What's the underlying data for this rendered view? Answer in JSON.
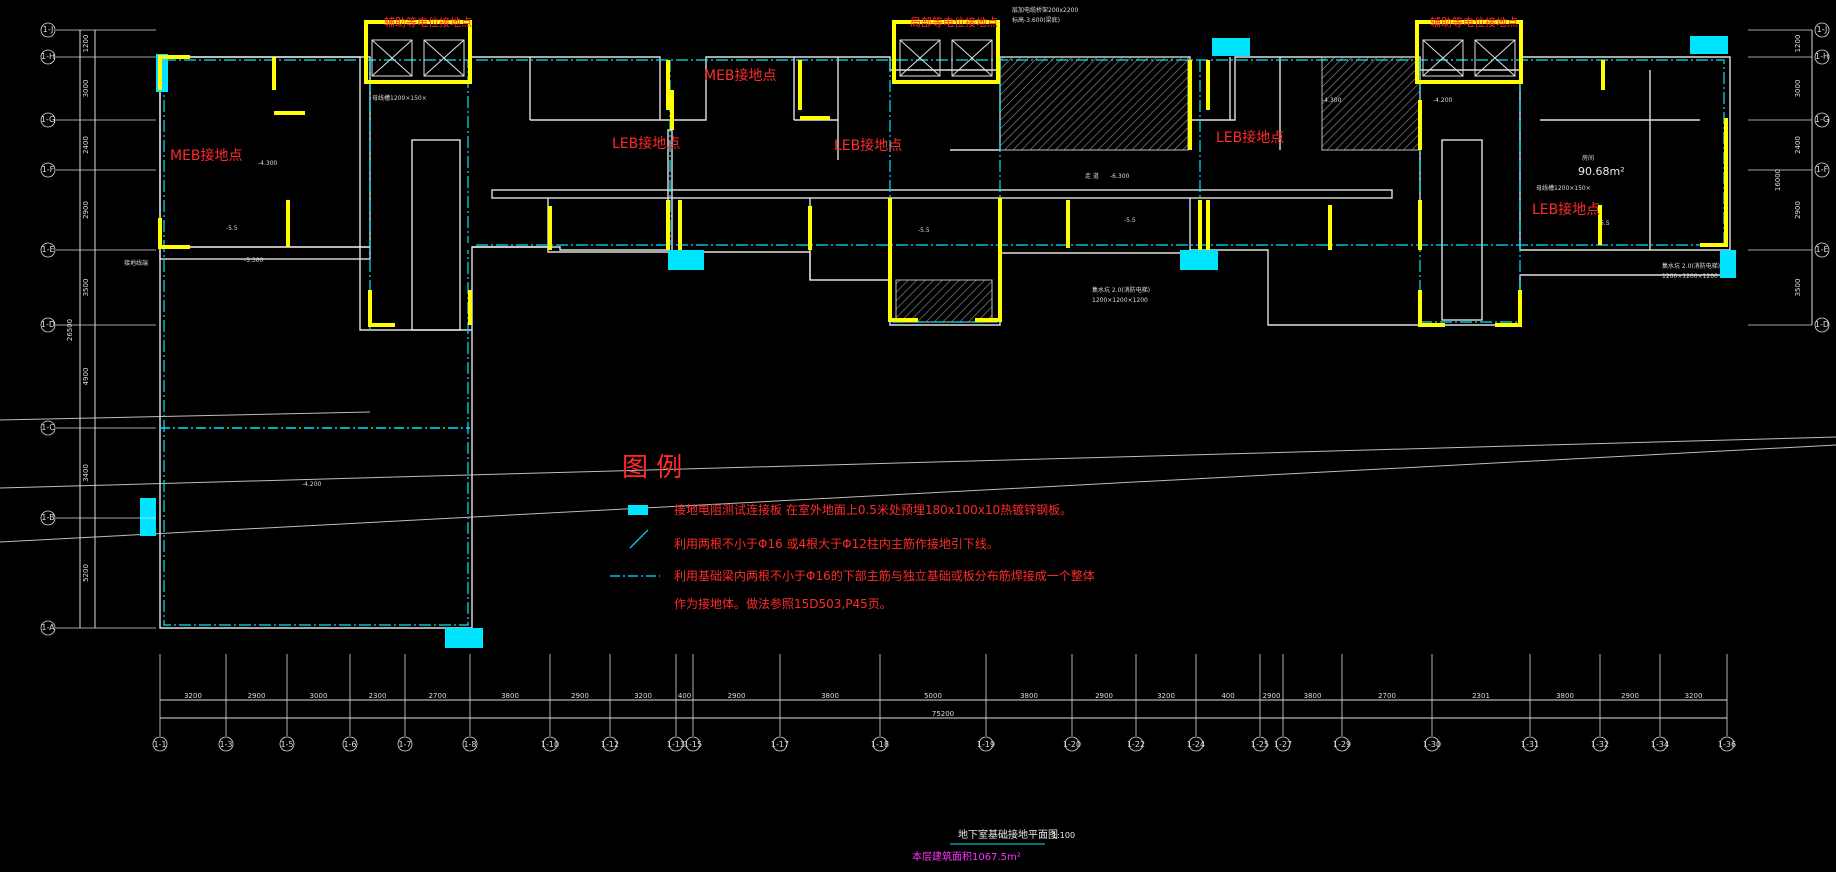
{
  "drawing": {
    "title": "地下室基础接地平面图",
    "scale": "1:100",
    "area_note": "本层建筑面积1067.5m²",
    "colors": {
      "background": "#000000",
      "wall": "#e0e0e0",
      "column": "#ffff00",
      "conductor": "#00e5ff",
      "label": "#ff2a2a",
      "area_note": "#ff33ff"
    }
  },
  "labels": {
    "equip": [
      "辅助等电位接地点",
      "局部等电位接地点",
      "辅助等电位接地点"
    ],
    "meb": [
      "MEB接地点",
      "MEB接地点"
    ],
    "leb": [
      "LEB接地点",
      "LEB接地点",
      "LEB接地点",
      "LEB接地点"
    ]
  },
  "legend": {
    "title": "图 例",
    "items": [
      "接地电阻测试连接板 在室外地面上0.5米处预埋180x100x10热镀锌钢板。",
      "利用两根不小于Φ16 或4根大于Φ12柱内主筋作接地引下线。",
      "利用基础梁内两根不小于Φ16的下部主筋与独立基础或板分布筋焊接成一个整体"
    ],
    "continuation": "作为接地体。做法参照15D503,P45页。"
  },
  "grid": {
    "bottom_axes": [
      "1-1",
      "1-3",
      "1-5",
      "1-6",
      "1-7",
      "1-8",
      "1-10",
      "1-12",
      "1-13",
      "1-15",
      "1-17",
      "1-18",
      "1-19",
      "1-20",
      "1-22",
      "1-24",
      "1-25",
      "1-27",
      "1-29",
      "1-30",
      "1-31",
      "1-32",
      "1-34",
      "1-36"
    ],
    "bottom_dims": [
      "3200",
      "2900",
      "3000",
      "2300",
      "2700",
      "3800",
      "2900",
      "3200",
      "400",
      "2900",
      "3800",
      "5000",
      "3800",
      "2900",
      "3200",
      "400",
      "2900",
      "3800",
      "2700",
      "2301",
      "3800",
      "2900",
      "3200"
    ],
    "total_dim": "75200",
    "left_axes": [
      "1-J",
      "1-H",
      "1-G",
      "1-F",
      "1-E",
      "1-D",
      "1-C",
      "1-B",
      "1-A"
    ],
    "left_dims": [
      "1200",
      "3000",
      "2400",
      "2900",
      "3500",
      "4900",
      "3400",
      "5200"
    ],
    "left_total": "26500",
    "right_axes": [
      "1-J",
      "1-H",
      "1-G",
      "1-F",
      "1-E",
      "1-D"
    ],
    "right_dims": [
      "1200",
      "3000",
      "2400",
      "2900",
      "3500"
    ],
    "right_total": "16000"
  },
  "rooms": {
    "right_room_name": "房间",
    "right_room_area": "90.68m²",
    "top_note": "层加电缆桥架200x2200",
    "top_note2": "标高-3.600(梁底)",
    "left_bus": "母线槽1200×150×",
    "right_bus": "母线槽1200×150×",
    "elev_1": "-4.300",
    "elev_2": "-5.5",
    "elev_3": "-5.300",
    "elev_4": "-4.200",
    "elev_5": "-5.5",
    "elev_6": "-5.5",
    "elev_7": "-6.300",
    "elev_8": "-4.200",
    "elev_9": "-5.5",
    "elev_10": "-4.300",
    "sump_1": "集水坑 2.0(消防电梯)",
    "sump_1b": "1200×1200×1200",
    "sump_2": "集水坑 2.0(消防电梯)",
    "sump_2b": "1200×1200×1200",
    "left_side_label": "接地线端",
    "corridor": "走 道"
  }
}
